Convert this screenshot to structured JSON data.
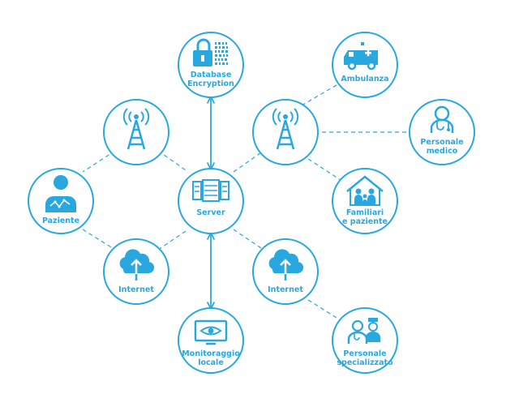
{
  "colors": {
    "accent": "#29a8df",
    "background": "#ffffff"
  },
  "nodes": {
    "database": {
      "line1": "Database",
      "line2": "Encryption",
      "icon": "padlock-binary-icon"
    },
    "ambulanza": {
      "line1": "Ambulanza",
      "icon": "ambulance-icon"
    },
    "personale_medico": {
      "line1": "Personale",
      "line2": "medico",
      "icon": "doctor-icon"
    },
    "familiari": {
      "line1": "Familiari",
      "line2": "e paziente",
      "icon": "family-house-icon"
    },
    "personale_specializzato": {
      "line1": "Personale",
      "line2": "specializzato",
      "icon": "medical-staff-icon"
    },
    "internet_right": {
      "line1": "Internet",
      "icon": "cloud-upload-icon"
    },
    "monitoraggio": {
      "line1": "Monitoraggio",
      "line2": "locale",
      "icon": "monitor-eye-icon"
    },
    "internet_left": {
      "line1": "Internet",
      "icon": "cloud-upload-icon"
    },
    "paziente": {
      "line1": "Paziente",
      "icon": "patient-icon"
    },
    "server": {
      "line1": "Server",
      "icon": "server-icon"
    },
    "tower_left": {
      "icon": "antenna-tower-icon"
    },
    "tower_right": {
      "icon": "antenna-tower-icon"
    }
  }
}
